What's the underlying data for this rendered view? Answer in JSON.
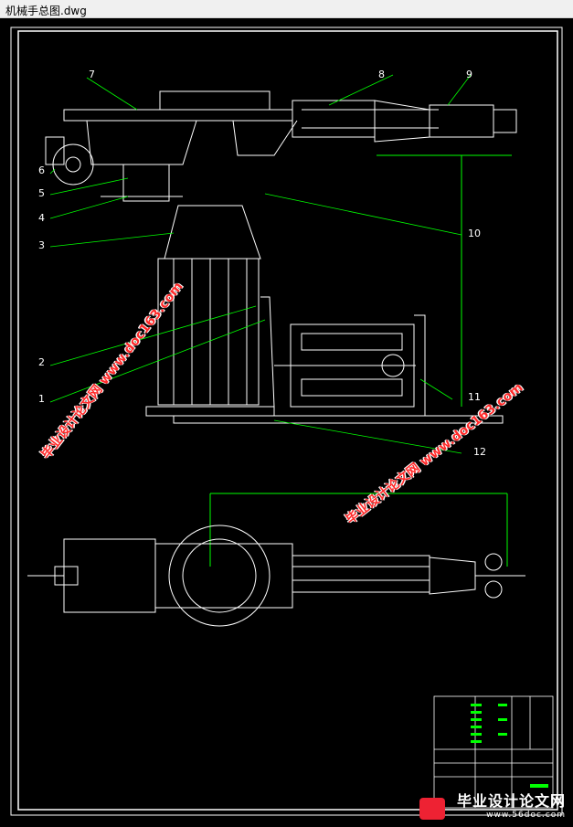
{
  "window": {
    "title": "机械手总图.dwg"
  },
  "callouts": [
    "7",
    "8",
    "9",
    "6",
    "5",
    "4",
    "3",
    "10",
    "2",
    "1",
    "11",
    "12"
  ],
  "watermarks": {
    "upper": "毕业设计论文网 www.doc163.com",
    "lower": "毕业设计论文网 www.doc163.com"
  },
  "logo": {
    "text": "毕业设计论文网",
    "url": "www.56doc.com"
  },
  "colors": {
    "drawing": "#ffffff",
    "dimension": "#00ff00",
    "watermark": "#ff2a2a",
    "table_fill": "#00ff00"
  }
}
